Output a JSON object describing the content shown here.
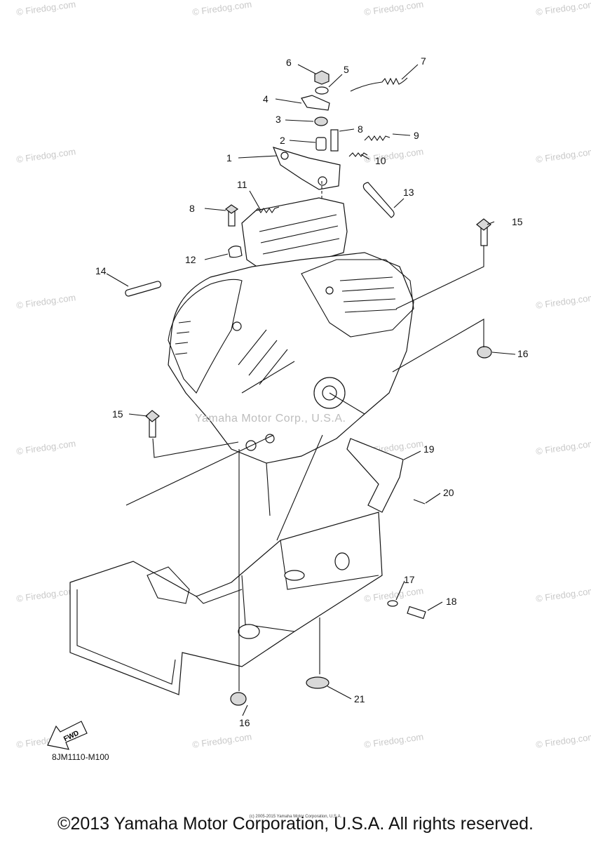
{
  "watermark": "© Firedog.com",
  "callouts": {
    "c1": "1",
    "c2": "2",
    "c3": "3",
    "c4": "4",
    "c5": "5",
    "c6": "6",
    "c7": "7",
    "c8a": "8",
    "c8b": "8",
    "c9": "9",
    "c10": "10",
    "c11": "11",
    "c12": "12",
    "c13": "13",
    "c14": "14",
    "c15a": "15",
    "c15b": "15",
    "c16a": "16",
    "c16b": "16",
    "c17": "17",
    "c18": "18",
    "c19": "19",
    "c20": "20",
    "c21": "21"
  },
  "center_watermark": "Yamaha Motor Corp., U.S.A.",
  "figure_code": "8JM1110-M100",
  "fwd_label": "FWD",
  "tiny_copyright": "(c) 2005-2015 Yamaha Motor Corporation, U.S.A.",
  "copyright": "©2013 Yamaha Motor Corporation, U.S.A. All rights reserved.",
  "colors": {
    "line": "#111111",
    "watermark": "#c9c9c9",
    "background": "#ffffff"
  }
}
